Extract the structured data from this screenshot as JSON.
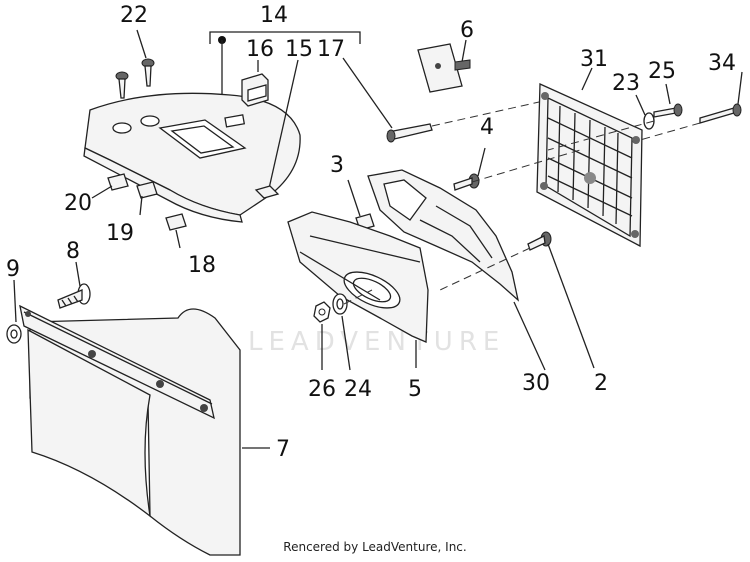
{
  "watermark": "LEADVENTURE",
  "credit": "Rencered by LeadVenture, Inc.",
  "callouts": {
    "c2": "2",
    "c3": "3",
    "c4": "4",
    "c5": "5",
    "c6": "6",
    "c7": "7",
    "c8": "8",
    "c9": "9",
    "c14": "14",
    "c15": "15",
    "c16": "16",
    "c17": "17",
    "c18": "18",
    "c19": "19",
    "c20": "20",
    "c22": "22",
    "c23": "23",
    "c24": "24",
    "c25": "25",
    "c26": "26",
    "c30": "30",
    "c31": "31",
    "c34": "34"
  }
}
